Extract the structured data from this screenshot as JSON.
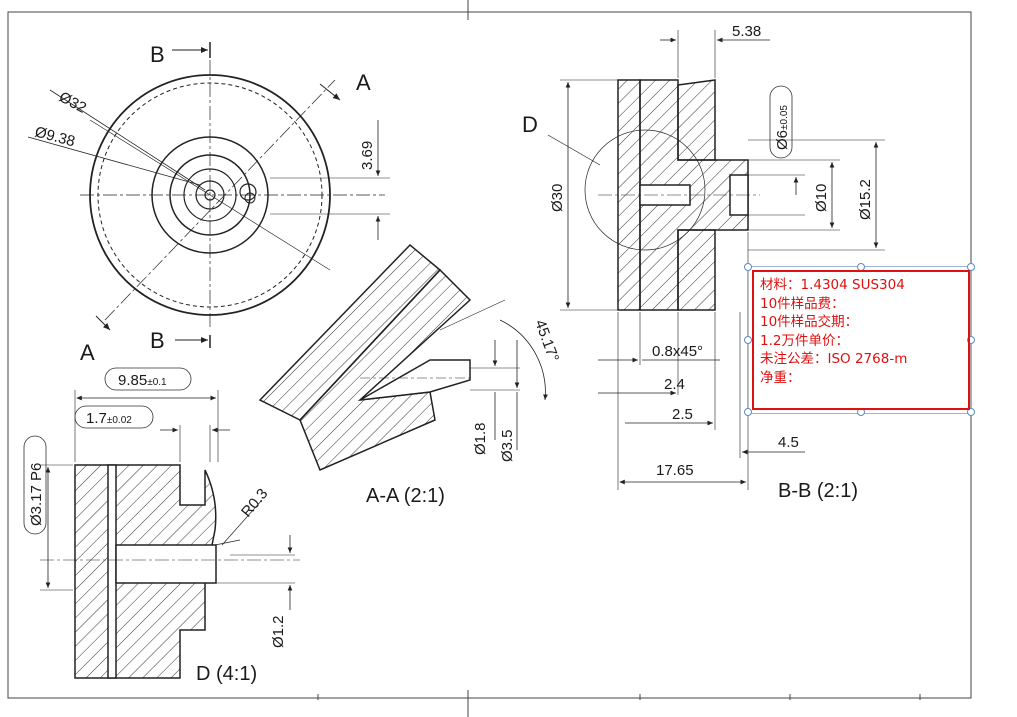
{
  "views": {
    "front": {
      "section_b_top": "B",
      "section_b_bottom": "B",
      "section_a_top": "A",
      "section_a_bottom": "A",
      "d32": "Ø32",
      "d938": "Ø9.38",
      "d369": "3.69"
    },
    "section_aa": {
      "title": "A-A (2:1)",
      "d18": "Ø1.8",
      "d35": "Ø3.5",
      "angle": "45.17°"
    },
    "section_bb": {
      "title": "B-B (2:1)",
      "detail_ref": "D",
      "d30": "Ø30",
      "d6": "Ø6",
      "d6_tol": "±0.05",
      "d10": "Ø10",
      "d152": "Ø15.2",
      "w538": "5.38",
      "chamfer": "0.8x45°",
      "w24": "2.4",
      "w25": "2.5",
      "w45": "4.5",
      "w1765": "17.65"
    },
    "detail_d": {
      "title": "D (4:1)",
      "w985": "9.85",
      "w985_tol": "±0.1",
      "w17": "1.7",
      "w17_tol": "±0.02",
      "d317": "Ø3.17 P6",
      "r03": "R0.3",
      "d12": "Ø1.2"
    }
  },
  "note": {
    "lines": [
      {
        "label": "材料：",
        "value": "1.4304 SUS304"
      },
      {
        "label": "10件样品费：",
        "value": ""
      },
      {
        "label": "10件样品交期：",
        "value": ""
      },
      {
        "label": "1.2万件单价：",
        "value": ""
      },
      {
        "label": "未注公差：",
        "value": "ISO 2768-m"
      },
      {
        "label": "净重：",
        "value": ""
      }
    ],
    "color": "#e01010"
  }
}
